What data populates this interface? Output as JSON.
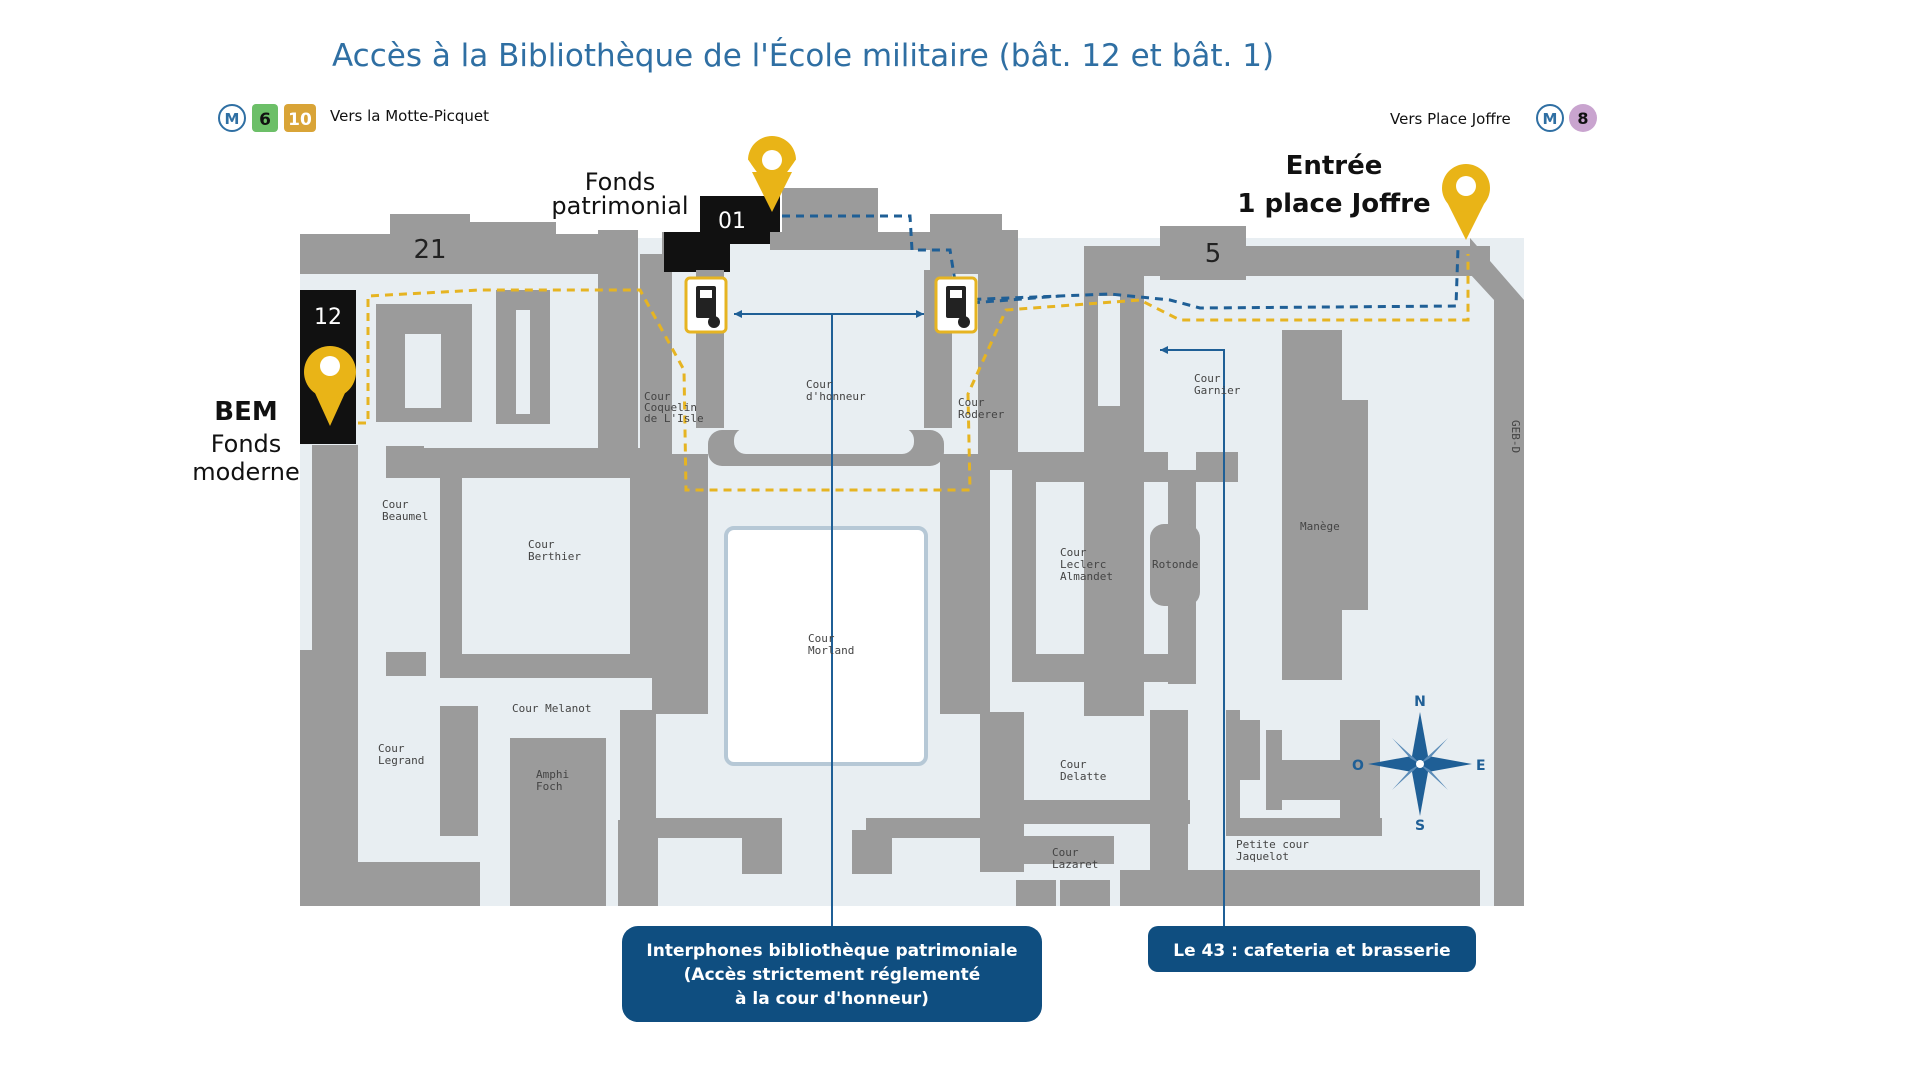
{
  "title": "Accès à la Bibliothèque de l'École militaire (bât. 12 et bât. 1)",
  "metro_left": {
    "logo": "M",
    "lines": [
      {
        "num": "6",
        "color": "#6cbf68"
      },
      {
        "num": "10",
        "color": "#d9a437"
      }
    ],
    "text": "Vers la Motte-Picquet"
  },
  "metro_right": {
    "text": "Vers Place Joffre",
    "logo": "M",
    "lines": [
      {
        "num": "8",
        "color": "#c9a4cf"
      }
    ]
  },
  "buildings": {
    "b21": "21",
    "b01": "01",
    "b5": "5",
    "b12": "12"
  },
  "labels": {
    "fonds_patrimonial_1": "Fonds",
    "fonds_patrimonial_2": "patrimonial",
    "entree_1": "Entrée",
    "entree_2": "1 place Joffre",
    "bem": "BEM",
    "fonds_moderne_1": "Fonds",
    "fonds_moderne_2": "moderne"
  },
  "courts": {
    "honneur": [
      "Cour",
      "d'honneur"
    ],
    "coquelin": [
      "Cour",
      "Coquelin",
      "de L'Isle"
    ],
    "roderer": [
      "Cour",
      "Roderer"
    ],
    "garnier": [
      "Cour",
      "Garnier"
    ],
    "beaumel": [
      "Cour",
      "Beaumel"
    ],
    "berthier": [
      "Cour",
      "Berthier"
    ],
    "morland": [
      "Cour",
      "Morland"
    ],
    "leclerc": [
      "Cour",
      "Leclerc",
      "Almandet"
    ],
    "rotonde": [
      "Rotonde"
    ],
    "manege": [
      "Manège"
    ],
    "melanot": [
      "Cour Melanot"
    ],
    "legrand": [
      "Cour",
      "Legrand"
    ],
    "amphi": [
      "Amphi",
      "Foch"
    ],
    "delatte": [
      "Cour",
      "Delatte"
    ],
    "lazaret": [
      "Cour",
      "Lazaret"
    ],
    "jaquelot": [
      "Petite cour",
      "Jaquelot"
    ],
    "side": [
      "GEB-D"
    ]
  },
  "info_boxes": {
    "interphones": [
      "Interphones bibliothèque patrimoniale",
      "(Accès strictement réglementé",
      "à la cour d'honneur)"
    ],
    "le43": "Le 43 : cafeteria et brasserie"
  },
  "compass": {
    "n": "N",
    "s": "S",
    "e": "E",
    "o": "O"
  },
  "colors": {
    "title": "#2f6fa3",
    "pin": "#e9b417",
    "route_yellow": "#e6b422",
    "route_blue": "#1f5f96",
    "box_blue": "#0f4e80",
    "building": "#9b9b9b",
    "ground": "#e8eef2"
  }
}
